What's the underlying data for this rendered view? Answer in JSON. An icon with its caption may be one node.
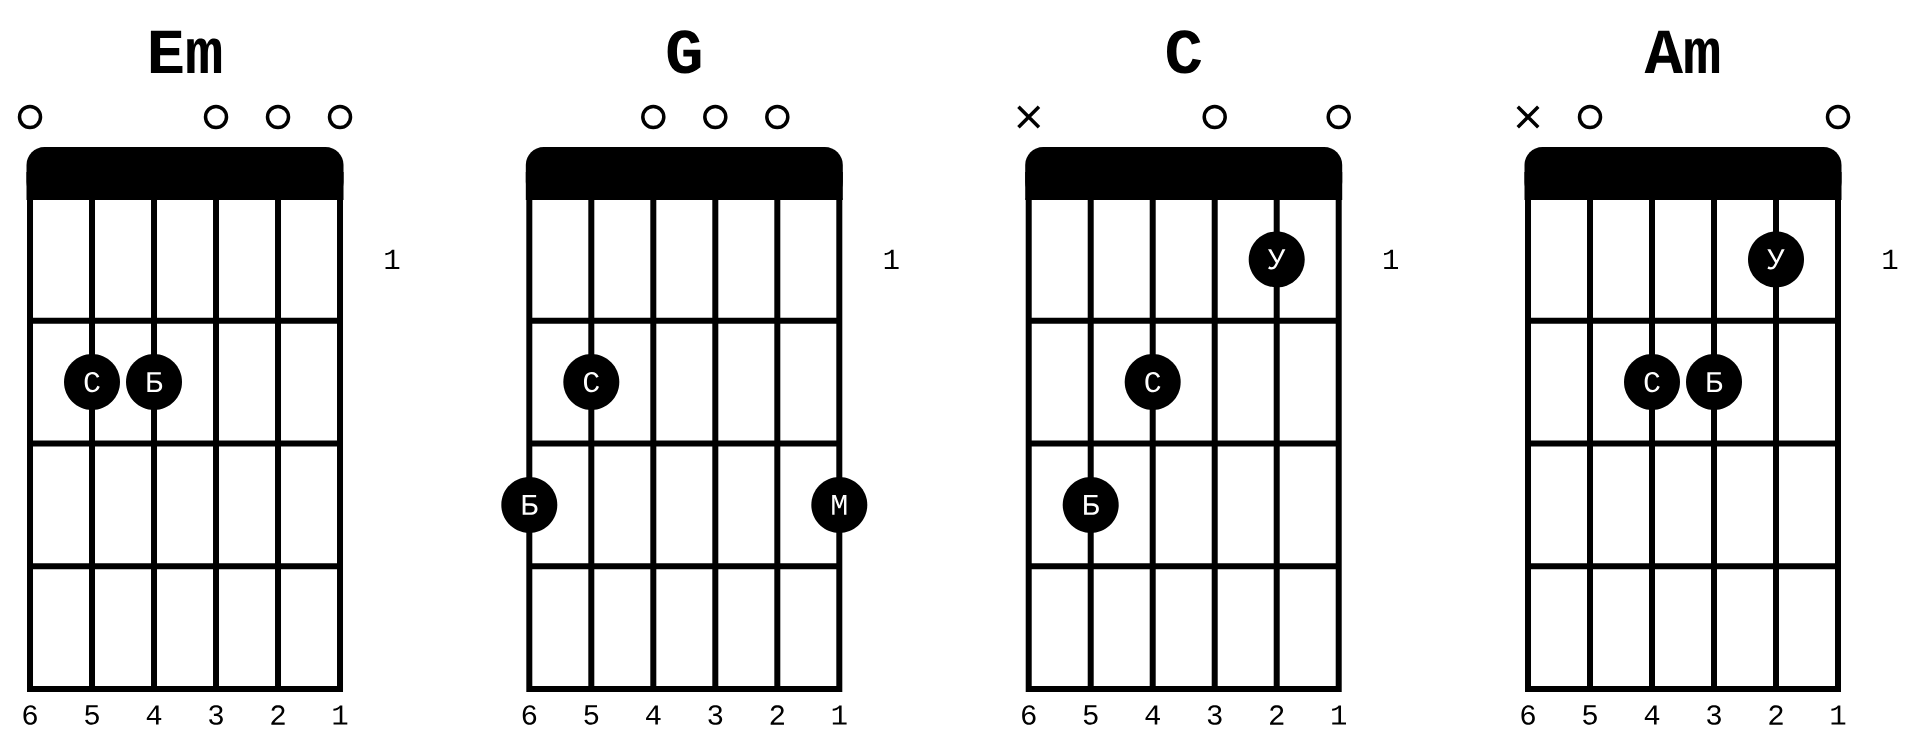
{
  "diagram": {
    "nodes": [
      {
        "text": [
          "Em"
        ],
        "beside": [
          "1",
          "6",
          "5",
          "4",
          "3",
          "2",
          "1"
        ]
      },
      {
        "text": [],
        "shape": "circle",
        "in": 0
      },
      {
        "text": [],
        "shape": "circle",
        "in": 0
      },
      {
        "text": [],
        "shape": "circle",
        "in": 0
      },
      {
        "text": [],
        "shape": "circle",
        "in": 0
      },
      {
        "text": [
          "С"
        ],
        "in": 0
      },
      {
        "text": [
          "Б"
        ],
        "in": 0
      },
      {
        "text": [
          "G"
        ],
        "beside": [
          "1",
          "6",
          "5",
          "4",
          "3",
          "2",
          "1"
        ]
      },
      {
        "text": [],
        "shape": "circle",
        "in": 7
      },
      {
        "text": [],
        "shape": "circle",
        "in": 7
      },
      {
        "text": [],
        "shape": "circle",
        "in": 7
      },
      {
        "text": [
          "С"
        ],
        "in": 7
      },
      {
        "text": [
          "Б"
        ],
        "in": 7
      },
      {
        "text": [
          "М"
        ],
        "in": 7
      },
      {
        "text": [
          "C"
        ],
        "beside": [
          "1",
          "6",
          "5",
          "4",
          "3",
          "2",
          "1"
        ]
      },
      {
        "text": [],
        "shape": "cross",
        "in": 14
      },
      {
        "text": [],
        "shape": "circle",
        "in": 14
      },
      {
        "text": [],
        "shape": "circle",
        "in": 14
      },
      {
        "text": [
          "У"
        ],
        "in": 14
      },
      {
        "text": [
          "С"
        ],
        "in": 14
      },
      {
        "text": [
          "Б"
        ],
        "in": 14
      },
      {
        "text": [
          "Am"
        ],
        "beside": [
          "1",
          "6",
          "5",
          "4",
          "3",
          "2",
          "1"
        ]
      },
      {
        "text": [],
        "shape": "cross",
        "in": 21
      },
      {
        "text": [],
        "shape": "circle",
        "in": 21
      },
      {
        "text": [],
        "shape": "circle",
        "in": 21
      },
      {
        "text": [
          "У"
        ],
        "in": 21
      },
      {
        "text": [
          "С"
        ],
        "in": 21
      },
      {
        "text": [
          "Б"
        ],
        "in": 21
      }
    ]
  }
}
